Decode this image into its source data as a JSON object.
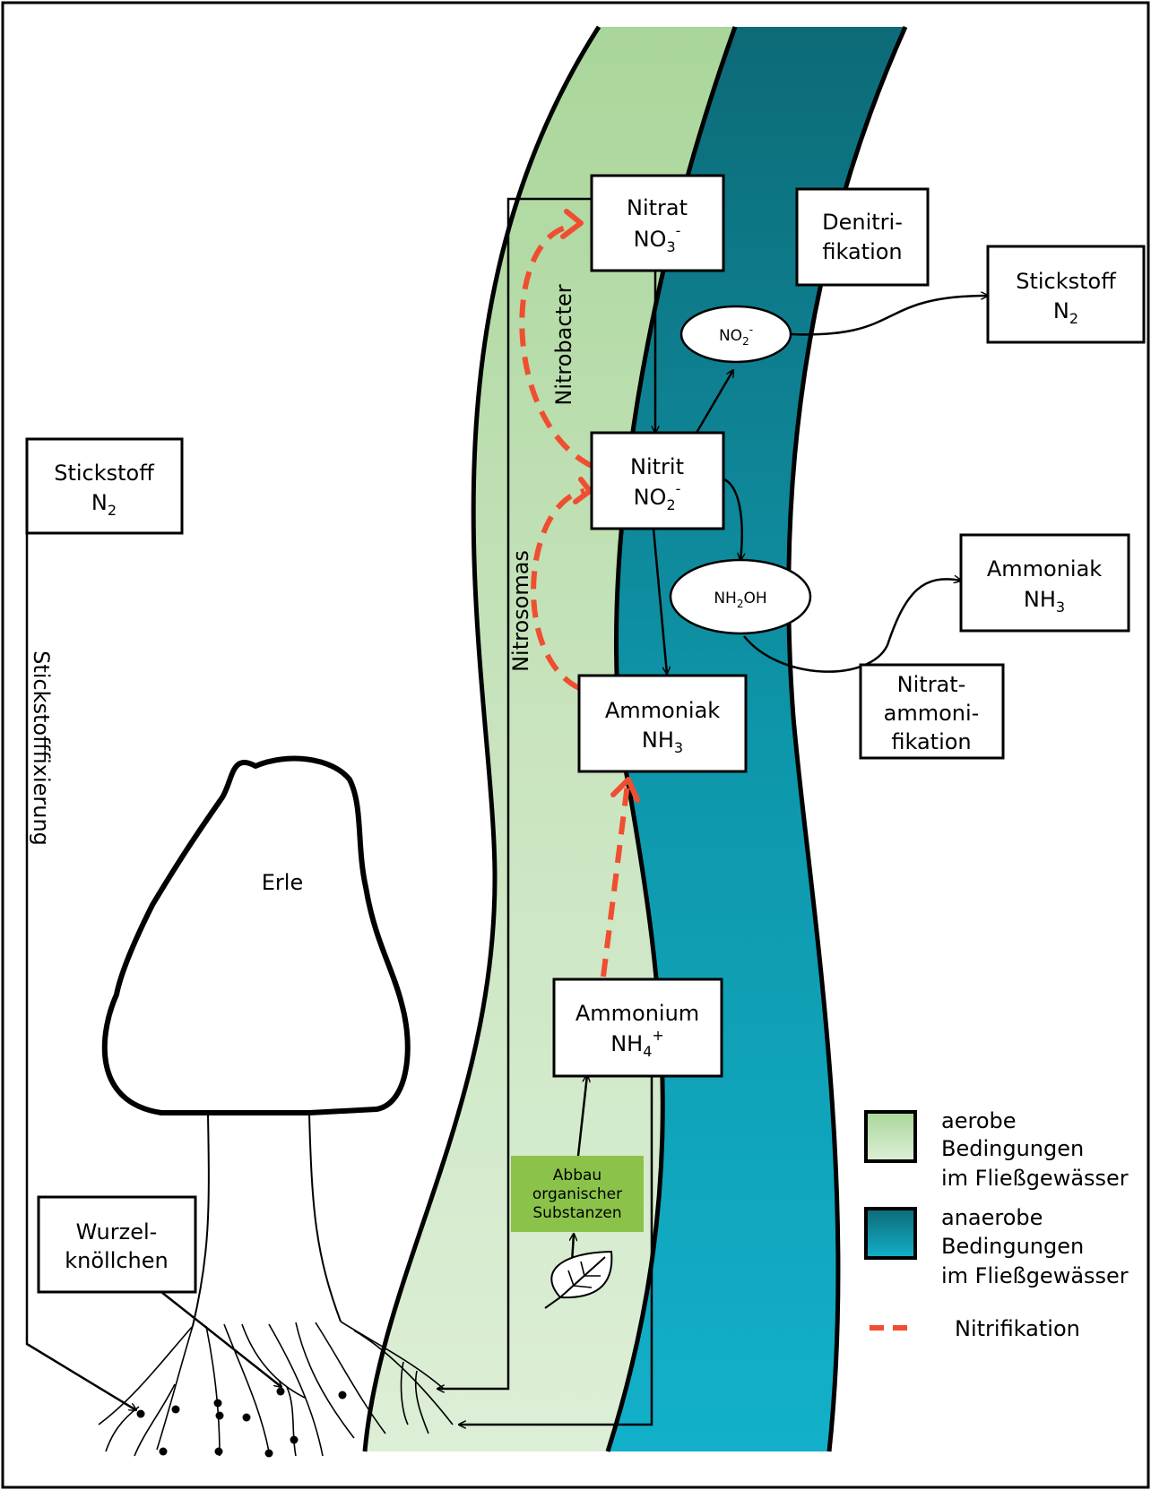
{
  "colors": {
    "aerobic_fill": "#D3EACC",
    "aerobic_dark": "#A9D69A",
    "anaerobic_top": "#0D6A77",
    "anaerobic_bottom": "#12B0CA",
    "nitrification": "#F04E30",
    "abbau_fill": "#8BC34A"
  },
  "nodes": {
    "nitrat": {
      "line1": "Nitrat",
      "line2_base": "NO",
      "line2_sub": "3",
      "line2_sup": "-"
    },
    "nitrit": {
      "line1": "Nitrit",
      "line2_base": "NO",
      "line2_sub": "2",
      "line2_sup": "-"
    },
    "ammoniak_center": {
      "line1": "Ammoniak",
      "line2_base": "NH",
      "line2_sub": "3"
    },
    "ammonium": {
      "line1": "Ammonium",
      "line2_base": "NH",
      "line2_sub": "4",
      "line2_sup": "+"
    },
    "denitrifikation": {
      "line1": "Denitri-",
      "line2": "fikation"
    },
    "stickstoff_right": {
      "line1": "Stickstoff",
      "line2_base": "N",
      "line2_sub": "2"
    },
    "ammoniak_right": {
      "line1": "Ammoniak",
      "line2_base": "NH",
      "line2_sub": "3"
    },
    "nitratammonifikation": {
      "line1": "Nitrat-",
      "line2": "ammoni-",
      "line3": "fikation"
    },
    "stickstoff_left": {
      "line1": "Stickstoff",
      "line2_base": "N",
      "line2_sub": "2"
    },
    "wurzelknoellchen": {
      "line1": "Wurzel-",
      "line2": "knöllchen"
    },
    "no2_ellipse": {
      "base": "NO",
      "sub": "2",
      "sup": "-"
    },
    "nh2oh_ellipse": {
      "a": "NH",
      "sub": "2",
      "b": "OH"
    },
    "abbau": {
      "line1": "Abbau",
      "line2": "organischer",
      "line3": "Substanzen"
    }
  },
  "labels": {
    "nitrobacter": "Nitrobacter",
    "nitrosomas": "Nitrosomas",
    "stickstofffixierung": "Stickstofffixierung",
    "erle": "Erle"
  },
  "legend": {
    "aerob": [
      "aerobe",
      "Bedingungen",
      "im Fließgewässer"
    ],
    "anaerob": [
      "anaerobe",
      "Bedingungen",
      "im Fließgewässer"
    ],
    "nitrifikation": "Nitrifikation"
  }
}
